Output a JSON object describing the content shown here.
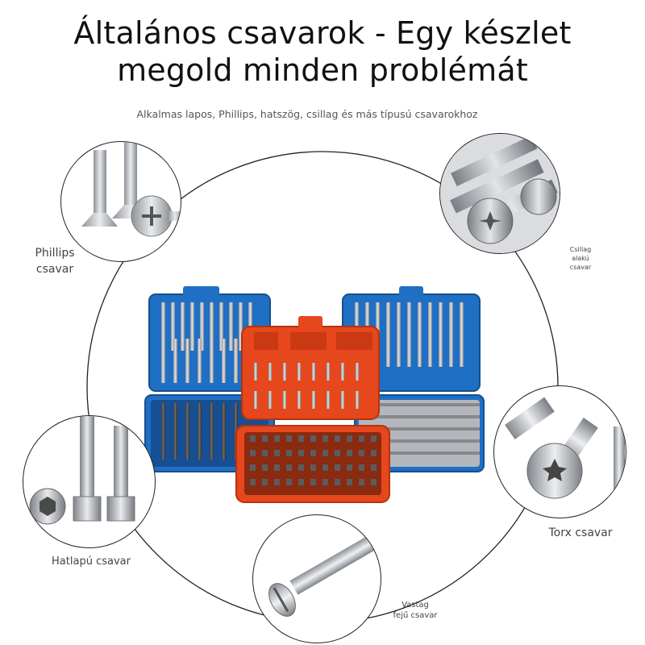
{
  "header": {
    "title_line1": "Általános csavarok - Egy készlet",
    "title_line2": "megold minden problémát",
    "subtitle": "Alkalmas lapos, Phillips, hatszög, csillag és más típusú csavarokhoz"
  },
  "screws": [
    {
      "label_line1": "Phillips",
      "label_line2": "csavar",
      "icon": "phillips-screw-icon"
    },
    {
      "label_line1": "Csillag",
      "label_line2": "alakú",
      "label_line3": "csavar",
      "icon": "star-screw-icon"
    },
    {
      "label_line1": "Torx csavar",
      "icon": "torx-screw-icon"
    },
    {
      "label_line1": "Hatlapú csavar",
      "icon": "hex-socket-screw-icon"
    },
    {
      "label_line1": "Vastag",
      "label_line2": "fejű csavar",
      "icon": "slotted-screw-icon"
    }
  ],
  "colors": {
    "blue_case": "#1f6fc4",
    "red_case": "#e6471d",
    "metal": "#b9bcc0"
  }
}
